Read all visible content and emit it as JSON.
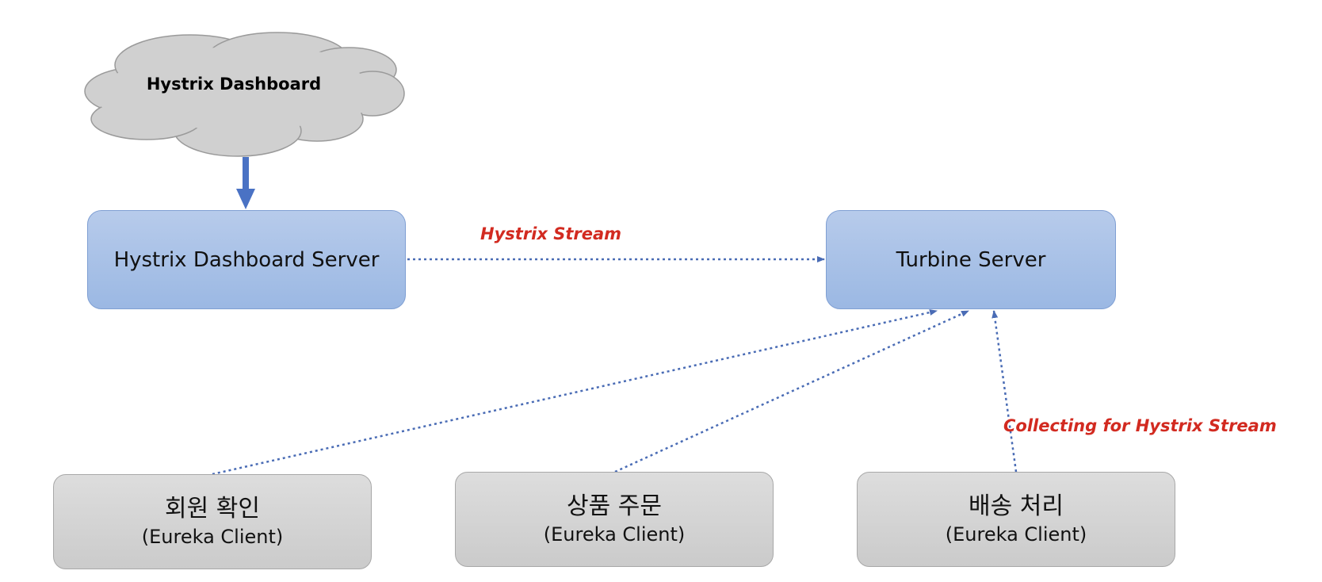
{
  "cloud": {
    "label": "Hystrix Dashboard"
  },
  "nodes": {
    "dashboard_server": {
      "label": "Hystrix Dashboard Server"
    },
    "turbine_server": {
      "label": "Turbine Server"
    },
    "client_member": {
      "name": "회원 확인",
      "sub": "(Eureka Client)"
    },
    "client_order": {
      "name": "상품 주문",
      "sub": "(Eureka Client)"
    },
    "client_delivery": {
      "name": "배송 처리",
      "sub": "(Eureka Client)"
    }
  },
  "edges": {
    "hystrix_stream": {
      "label": "Hystrix Stream"
    },
    "collecting": {
      "label": "Collecting for Hystrix Stream"
    }
  },
  "colors": {
    "blue_box": "#9bb8e3",
    "gray_box": "#cbcbcb",
    "cloud": "#d0d0d0",
    "arrow_solid": "#4a72c4",
    "arrow_dotted": "#4a6cb5",
    "label_red": "#d22a20"
  }
}
